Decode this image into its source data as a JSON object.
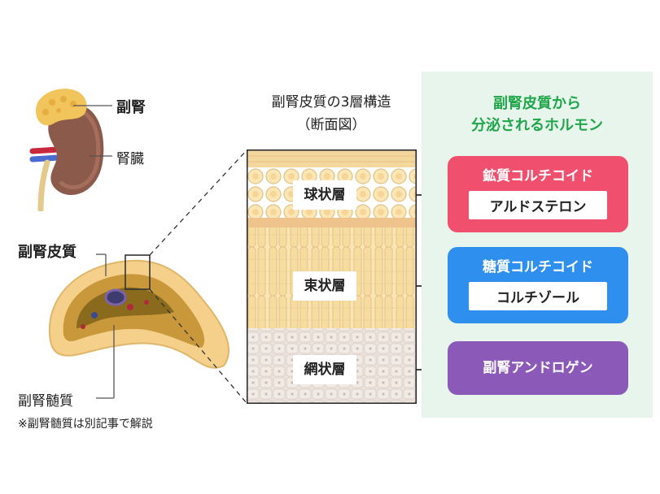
{
  "kidney_labels": {
    "adrenal": "副腎",
    "kidney": "腎臓"
  },
  "gland_labels": {
    "cortex": "副腎皮質",
    "medulla": "副腎髄質",
    "note": "※副腎髄質は別記事で解説"
  },
  "cross_section": {
    "title_line1": "副腎皮質の3層構造",
    "title_line2": "（断面図）",
    "layers": [
      {
        "label": "球状層"
      },
      {
        "label": "束状層"
      },
      {
        "label": "網状層"
      }
    ]
  },
  "hormones": {
    "title_line1": "副腎皮質から",
    "title_line2": "分泌されるホルモン",
    "groups": [
      {
        "category": "鉱質コルチコイド",
        "example": "アルドステロン",
        "color": "#f0506e"
      },
      {
        "category": "糖質コルチコイド",
        "example": "コルチゾール",
        "color": "#2e8fef"
      },
      {
        "category": "副腎アンドロゲン",
        "color": "#8b59b8"
      }
    ]
  }
}
